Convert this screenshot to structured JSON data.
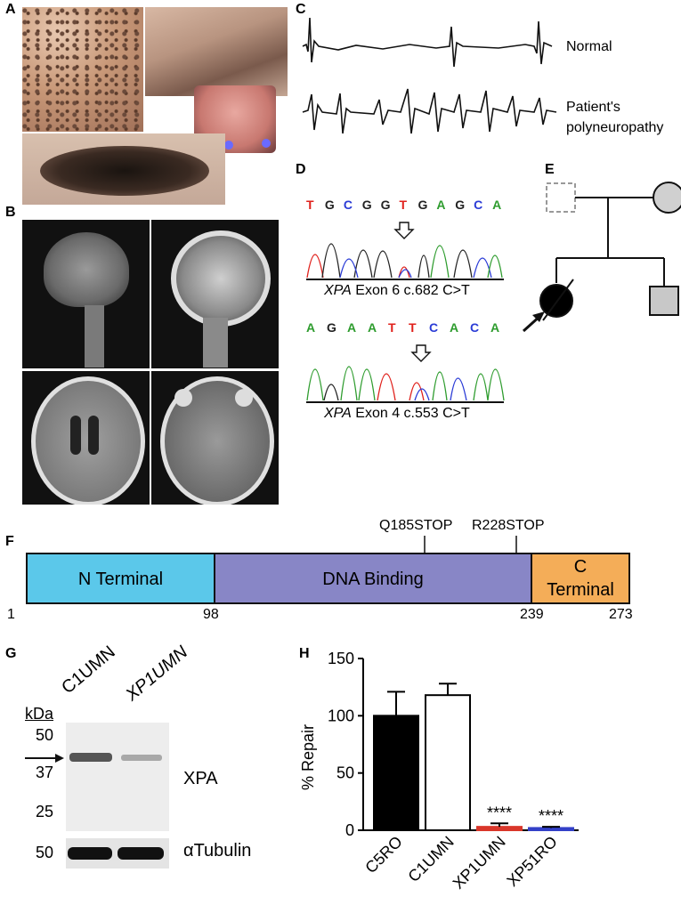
{
  "panels": {
    "A": "A",
    "B": "B",
    "C": "C",
    "D": "D",
    "E": "E",
    "F": "F",
    "G": "G",
    "H": "H"
  },
  "traces": {
    "normal_label": "Normal",
    "patient_label_1": "Patient's",
    "patient_label_2": "polyneuropathy"
  },
  "sequencing": {
    "top_bases": [
      {
        "b": "T",
        "c": "#e0201b"
      },
      {
        "b": "G",
        "c": "#222222"
      },
      {
        "b": "C",
        "c": "#2a3bd6"
      },
      {
        "b": "G",
        "c": "#222222"
      },
      {
        "b": "G",
        "c": "#222222"
      },
      {
        "b": "T",
        "c": "#e0201b"
      },
      {
        "b": "G",
        "c": "#222222"
      },
      {
        "b": "A",
        "c": "#2e9c2e"
      },
      {
        "b": "G",
        "c": "#222222"
      },
      {
        "b": "C",
        "c": "#2a3bd6"
      },
      {
        "b": "A",
        "c": "#2e9c2e"
      }
    ],
    "bottom_bases": [
      {
        "b": "A",
        "c": "#2e9c2e"
      },
      {
        "b": "G",
        "c": "#222222"
      },
      {
        "b": "A",
        "c": "#2e9c2e"
      },
      {
        "b": "A",
        "c": "#2e9c2e"
      },
      {
        "b": "T",
        "c": "#e0201b"
      },
      {
        "b": "T",
        "c": "#e0201b"
      },
      {
        "b": "C",
        "c": "#2a3bd6"
      },
      {
        "b": "A",
        "c": "#2e9c2e"
      },
      {
        "b": "C",
        "c": "#2a3bd6"
      },
      {
        "b": "A",
        "c": "#2e9c2e"
      }
    ],
    "top_caption_gene": "XPA",
    "top_caption_rest": " Exon 6 c.682 C>T",
    "bottom_caption_gene": "XPA",
    "bottom_caption_rest": " Exon 4 c.553 C>T"
  },
  "protein": {
    "mut1": "Q185STOP",
    "mut2": "R228STOP",
    "domains": [
      {
        "label": "N Terminal",
        "color": "#5bc8ea"
      },
      {
        "label": "DNA Binding",
        "color": "#8886c6"
      },
      {
        "label": "C",
        "label2": "Terminal",
        "color": "#f4ad58"
      }
    ],
    "positions": [
      "1",
      "98",
      "239",
      "273"
    ]
  },
  "western": {
    "lanes": [
      "C1UMN",
      "XP1UMN"
    ],
    "kda_label": "kDa",
    "markers": [
      "50",
      "37",
      "25"
    ],
    "tubulin_marker": "50",
    "xpa_label": "XPA",
    "tubulin_label": "αTubulin"
  },
  "chart_data": {
    "type": "bar",
    "categories": [
      "C5RO",
      "C1UMN",
      "XP1UMN",
      "XP51RO"
    ],
    "values": [
      100,
      118,
      3,
      2
    ],
    "errors": [
      21,
      10,
      3,
      1
    ],
    "colors": [
      "#000000",
      "#ffffff",
      "#d9362a",
      "#3340c8"
    ],
    "annotations": [
      "",
      "",
      "****",
      "****"
    ],
    "ylabel": "% Repair",
    "yticks": [
      "0",
      "50",
      "100",
      "150"
    ],
    "ylim": [
      0,
      150
    ]
  }
}
